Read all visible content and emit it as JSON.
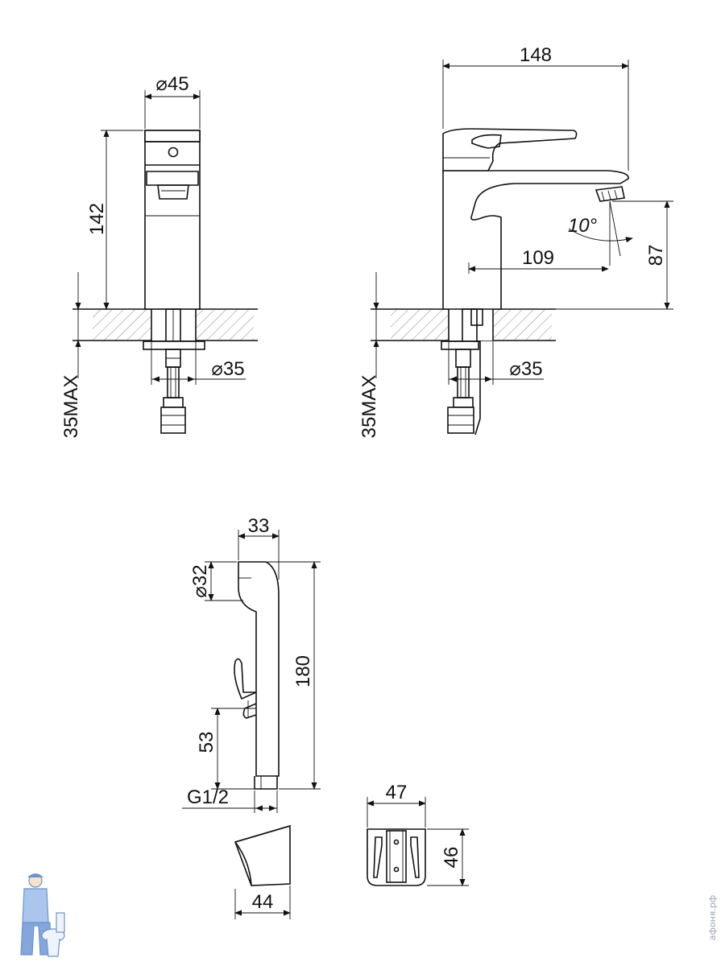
{
  "labels": {
    "top_width": "⌀45",
    "height_142": "142",
    "max_front": "35MAX",
    "dia_front": "⌀35",
    "width_148": "148",
    "angle": "10°",
    "reach_109": "109",
    "spout_87": "87",
    "max_side": "35MAX",
    "dia_side": "⌀35",
    "shower_33": "33",
    "shower_dia32": "⌀32",
    "shower_180": "180",
    "button_53": "53",
    "thread": "G1/2",
    "holder_44": "44",
    "holder_47": "47",
    "holder_46": "46"
  },
  "watermark": "афоня.рф",
  "colors": {
    "line": "#111111",
    "logo": "#3f6fb5"
  },
  "icons": {
    "logo": "plumber-mascot-icon"
  }
}
